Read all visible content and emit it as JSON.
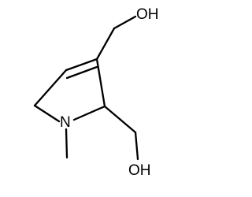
{
  "molecule": {
    "labels": {
      "oh_top": "OH",
      "oh_bottom": "OH",
      "nitrogen": "N"
    },
    "colors": {
      "bond": "#000000",
      "text": "#000000",
      "background": "#ffffff"
    }
  }
}
